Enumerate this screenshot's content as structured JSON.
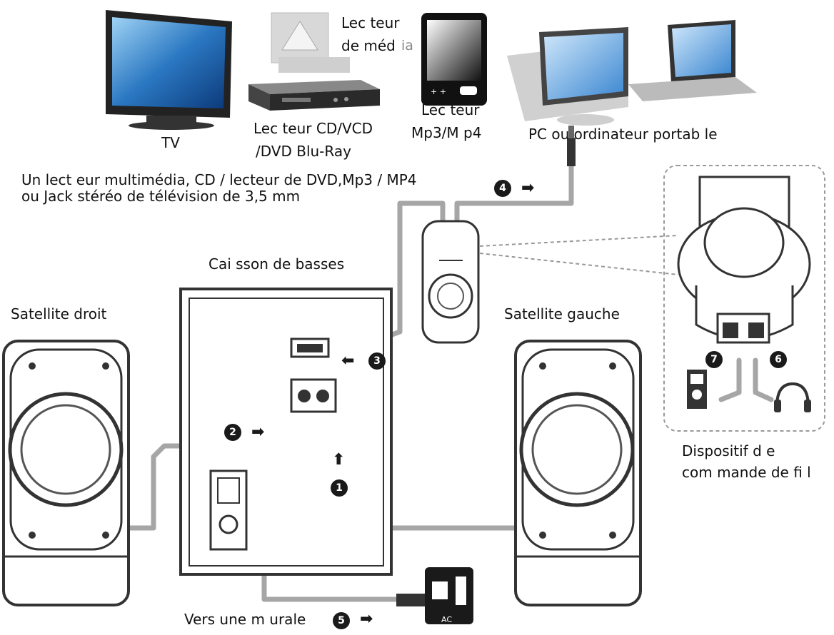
{
  "devices": {
    "tv": "TV",
    "cd_player_line1": "Lec teur CD/VCD",
    "cd_player_line2": "/DVD Blu-Ray",
    "media_player_line1": "Lec teur",
    "media_player_line2": "de méd",
    "media_player_line2_tail": "ia",
    "mp3_line1": "Lec teur",
    "mp3_line2": "Mp3/M p4",
    "pc": "PC ou ordinateur portab le"
  },
  "source_note": {
    "line1": "Un lect eur multimédia, CD / lecteur de DVD,Mp3 / MP4",
    "line2": "ou Jack stéréo de télévision de 3,5 mm"
  },
  "speakers": {
    "subwoofer": "Cai sson de basses",
    "right": "Satellite droit",
    "left": "Satellite gauche"
  },
  "controller": {
    "line1": "Dispositif d e",
    "line2": "com mande de fi l"
  },
  "wall_outlet": "Vers une m urale",
  "plug_label": "AC",
  "steps": {
    "s1": "1",
    "s2": "2",
    "s3": "3",
    "s4": "4",
    "s5": "5",
    "s6": "6",
    "s7": "7"
  },
  "arrow_glyph": "➡",
  "arrow_left_glyph": "⬅",
  "arrow_up_glyph": "⬆"
}
